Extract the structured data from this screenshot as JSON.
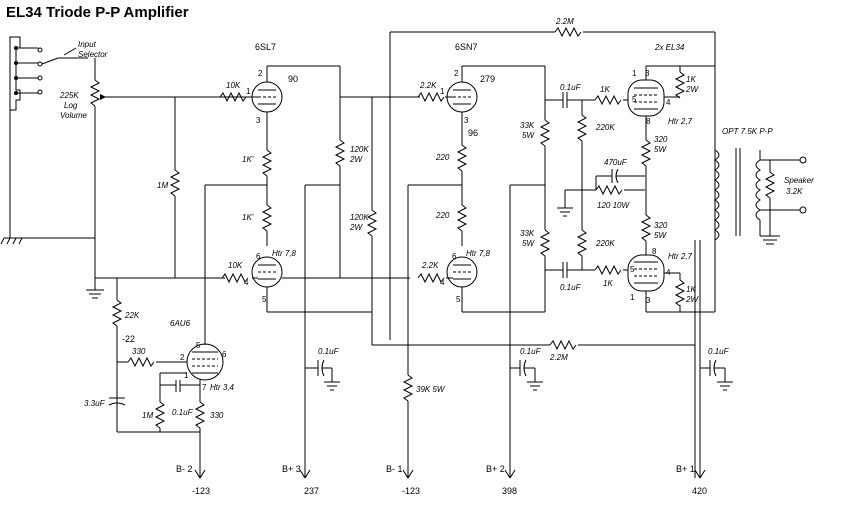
{
  "title": "EL34 Triode P-P Amplifier",
  "input": {
    "label1": "Input",
    "label2": "Selector",
    "vol1": "225K",
    "vol2": "Log",
    "vol3": "Volume"
  },
  "tubes": {
    "v1": "6SL7",
    "v2": "6SN7",
    "v3": "2x EL34",
    "v4": "6AU6"
  },
  "resistors": {
    "r10k_a": "10K",
    "r10k_b": "10K",
    "r1m": "1M",
    "r1k_a": "1K'",
    "r1k_b": "1K'",
    "r120k_a1": "120K",
    "r120k_a2": "2W",
    "r120k_b1": "120K",
    "r120k_b2": "2W",
    "r2k2_a": "2.2K",
    "r2k2_b": "2.2K",
    "r220_a": "220",
    "r220_b": "220",
    "r33k_a1": "33K",
    "r33k_a2": "5W",
    "r33k_b1": "33K",
    "r33k_b2": "5W",
    "r2m2_top": "2.2M",
    "r2m2_bot": "2.2M",
    "r220k_a": "220K",
    "r220k_b": "220K",
    "r1k_g1": "1K",
    "r1k_g2": "1K",
    "r1k_s1a": "1K",
    "r1k_s1b": "2W",
    "r1k_s2a": "1K",
    "r1k_s2b": "2W",
    "r320_a1": "320",
    "r320_a2": "5W",
    "r320_b1": "320",
    "r320_b2": "5W",
    "r120_10w": "120 10W",
    "r22k": "22K",
    "r330_a": "330",
    "r1m_b": "1M",
    "r330_b": "330",
    "r39k": "39K 5W"
  },
  "caps": {
    "c01_a": "0.1uF",
    "c01_b": "0.1uF",
    "c470": "470uF",
    "c33": "3.3uF",
    "c01_c": "0.1uF",
    "c01_d": "0.1uF",
    "c01_e": "0.1uF",
    "c01_f": "0.1uF"
  },
  "voltages": {
    "v_90": "90",
    "v_279": "279",
    "v_96": "96",
    "v_neg22": "-22"
  },
  "heaters": {
    "h78_a": "Htr 7,8",
    "h78_b": "Htr 7,8",
    "h27_a": "Htr 2,7",
    "h27_b": "Htr 2,7",
    "h34": "Htr 3,4"
  },
  "opt": {
    "label": "OPT 7.5K P-P",
    "speaker": "Speaker",
    "spk_z": "3.2K"
  },
  "rails": {
    "b2": "B- 2",
    "b2_v": "-123",
    "bp3": "B+ 3",
    "bp3_v": "237",
    "bm1": "B- 1",
    "bm1_v": "-123",
    "bp2": "B+ 2",
    "bp2_v": "398",
    "bp1": "B+ 1",
    "bp1_v": "420"
  },
  "pins": {
    "p1": "1",
    "p2": "2",
    "p3": "3",
    "p4": "4",
    "p5": "5",
    "p6": "6",
    "p7": "7",
    "p8": "8"
  }
}
